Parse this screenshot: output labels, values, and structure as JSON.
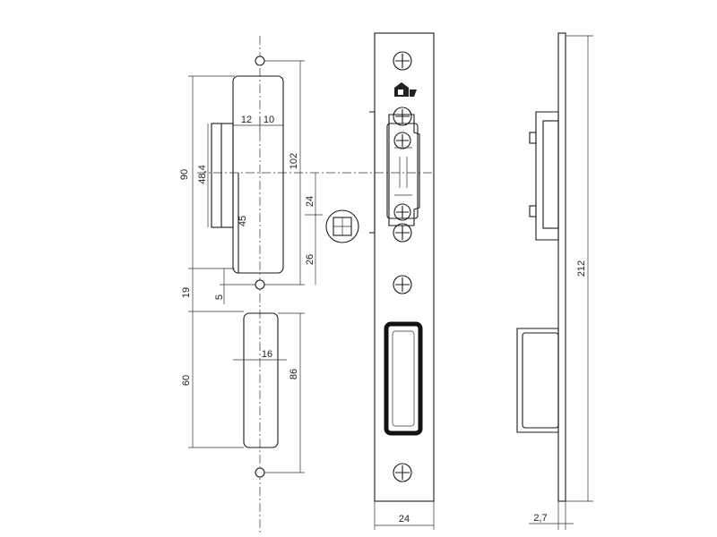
{
  "dimensions": {
    "d_90": "90",
    "d_48_4": "48,4",
    "d_12": "12",
    "d_10": "10",
    "d_102": "102",
    "d_45": "45",
    "d_24_center": "24",
    "d_26": "26",
    "d_19": "19",
    "d_5": "5",
    "d_60": "60",
    "d_16": "16",
    "d_86": "86",
    "d_24_width": "24",
    "d_212": "212",
    "d_2_7": "2,7"
  },
  "icons": [
    "screw-icon",
    "brand-logo-icon",
    "square-spindle-icon"
  ]
}
